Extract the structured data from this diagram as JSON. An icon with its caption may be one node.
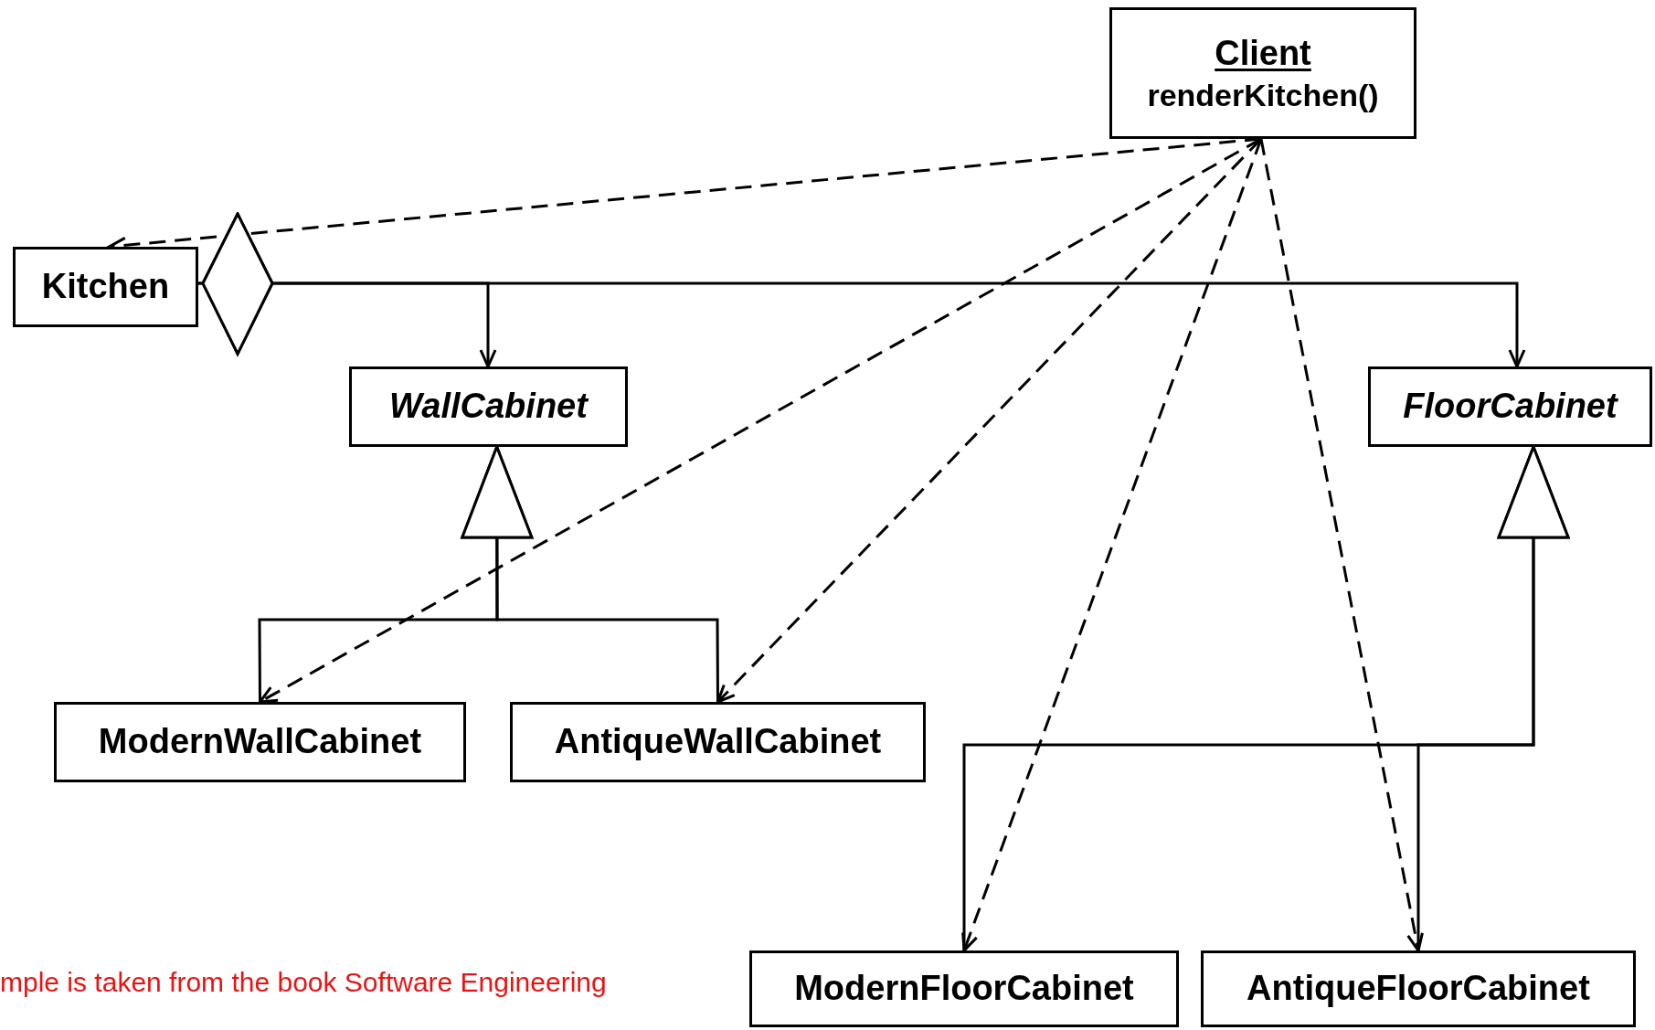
{
  "diagram": {
    "nodes": [
      {
        "text": [
          "Client",
          "renderKitchen()"
        ]
      },
      {
        "text": [
          "Kitchen"
        ]
      },
      {
        "text": [
          "WallCabinet"
        ]
      },
      {
        "text": [
          "FloorCabinet"
        ]
      },
      {
        "text": [
          "ModernWallCabinet"
        ]
      },
      {
        "text": [
          "AntiqueWallCabinet"
        ]
      },
      {
        "text": [
          "ModernFloorCabinet"
        ]
      },
      {
        "text": [
          "AntiqueFloorCabinet"
        ]
      }
    ],
    "edges": [
      {
        "from": 0,
        "to": 1,
        "arrow": "to",
        "style": "dashed"
      },
      {
        "from": 0,
        "to": 4,
        "arrow": "to",
        "style": "dashed"
      },
      {
        "from": 0,
        "to": 5,
        "arrow": "to",
        "style": "dashed"
      },
      {
        "from": 0,
        "to": 6,
        "arrow": "to",
        "style": "dashed"
      },
      {
        "from": 0,
        "to": 7,
        "arrow": "to",
        "style": "dashed"
      },
      {
        "from": 1,
        "to": 2,
        "arrow": "to"
      },
      {
        "from": 1,
        "to": 3,
        "arrow": "to"
      },
      {
        "from": 4,
        "to": 2,
        "arrow": "to"
      },
      {
        "from": 5,
        "to": 2,
        "arrow": "to"
      },
      {
        "from": 6,
        "to": 3,
        "arrow": "to"
      },
      {
        "from": 7,
        "to": 3,
        "arrow": "to"
      }
    ],
    "labels": [
      "mple is taken from the book Software Engineering"
    ]
  }
}
